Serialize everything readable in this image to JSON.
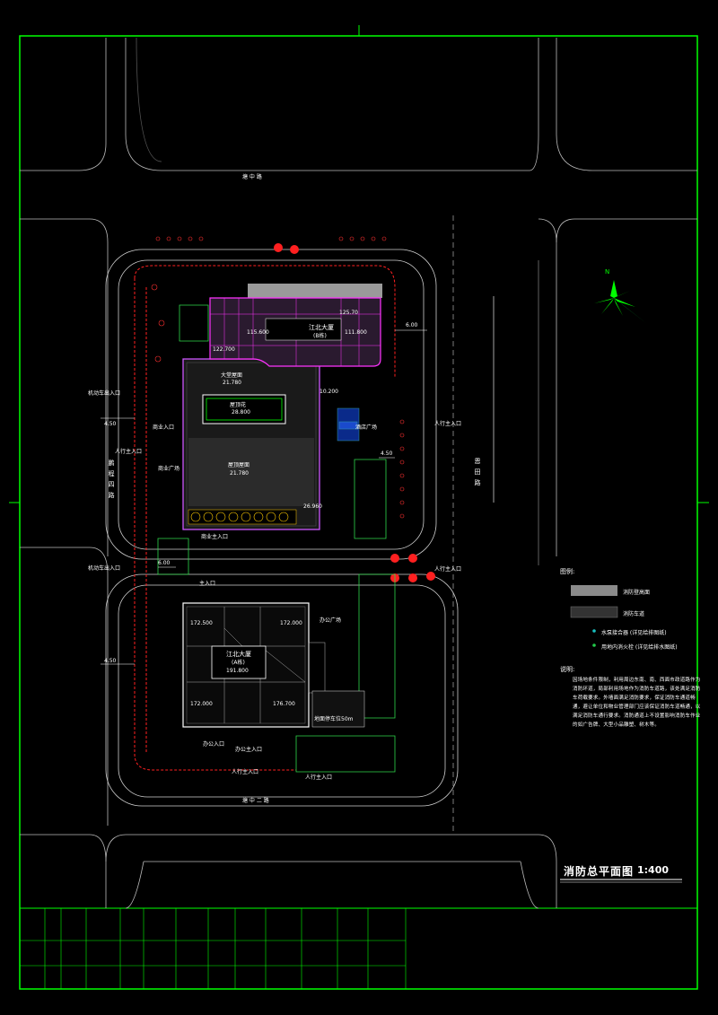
{
  "drawing": {
    "title": "消防总平面图",
    "scale": "1:400"
  },
  "roads": {
    "north": "塘 中 路",
    "south": "塘 中 二 路",
    "west": "鹏 程 四 路",
    "east": "恩 田 路"
  },
  "buildings": {
    "b": {
      "name": "江北大厦",
      "sub": "(B栋)",
      "elev1": "115.600",
      "elev2": "111.800",
      "elev3": "122.700",
      "elev4": "125.70"
    },
    "a": {
      "name": "江北大厦",
      "sub": "(A栋)",
      "elev": "191.800",
      "e1": "172.500",
      "e2": "172.000",
      "e3": "172.000",
      "e4": "176.700"
    },
    "podium": {
      "l1": "大堂屋面",
      "v1": "21.780",
      "l2": "屋顶花",
      "v2": "28.800",
      "l3": "屋顶屋面",
      "v3": "21.780",
      "v4": "10.200",
      "v5": "26.960"
    }
  },
  "labels": {
    "motor_in_1": "机动车出入口",
    "motor_in_2": "机动车出入口",
    "ped_main": "人行主入口",
    "ped_in_e1": "人行主入口",
    "ped_in_e2": "人行主入口",
    "shop_in": "商业入口",
    "shop_plaza": "商业广场",
    "shop_main": "商业主入口",
    "office_in": "办公入口",
    "office_plaza": "办公广场",
    "office_main": "办公主入口",
    "ped_in_s": "人行主入口",
    "ped_in_s2": "人行主入口",
    "main_in": "主入口",
    "bldg_plaza": "酒店广场",
    "parking": "地面停车位50m",
    "dim1": "4.50",
    "dim2": "6.00",
    "dim3": "4.50",
    "dim4": "4.50",
    "dim5": "6.00"
  },
  "compass": "N",
  "legend": {
    "title": "图例:",
    "items": [
      {
        "label": "消防登高面",
        "color": "#8a8a8a"
      },
      {
        "label": "消防车道",
        "color": "#3a3a3a"
      },
      {
        "label": "水泵接合器 (详见给排图纸)",
        "color": "#18c0c0"
      },
      {
        "label": "用地内消火栓 (详见给排水图纸)",
        "color": "#22c94a"
      }
    ]
  },
  "notes": {
    "title": "说明:",
    "text": "因场地条件限制，利用周边东南、南、西面市政道路作为消防环道，局部利用场地作为消防车道路，该处满足消防车荷载要求。外墙面满足消防要求，保证消防车通道畅通，避让单位和物业管理部门应该保证消防车道畅通，以满足消防车通行要求。消防通道上不设置影响消防车作业的如广告牌、大型小品雕塑、树木等。"
  },
  "colors": {
    "frame": "#00ff00",
    "building_b": "#ff33ff",
    "podium": "#cc55ff",
    "fire_lane": "#ff2020",
    "road_line": "#d8d8d8"
  }
}
